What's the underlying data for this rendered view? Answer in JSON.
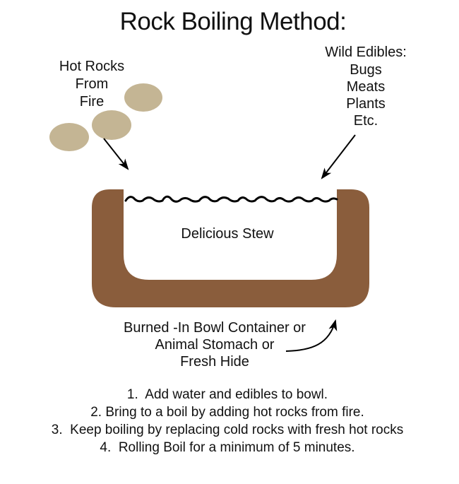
{
  "title": "Rock Boiling Method:",
  "colors": {
    "rock": "#c4b594",
    "bowl": "#8a5d3c",
    "ink": "#000000",
    "background": "#ffffff"
  },
  "diagram": {
    "hot_rocks_label": {
      "lines": [
        "Hot Rocks",
        "From",
        "Fire"
      ]
    },
    "wild_edibles_label": {
      "lines": [
        "Wild Edibles:",
        "Bugs",
        "Meats",
        "Plants",
        "Etc."
      ]
    },
    "stew_label": "Delicious Stew",
    "container_label": {
      "lines": [
        "Burned -In Bowl Container or",
        "Animal Stomach or",
        "Fresh Hide"
      ]
    },
    "rock_count": 3
  },
  "instructions": {
    "steps": [
      "1.  Add water and edibles to bowl.",
      "2. Bring to a boil by adding hot rocks from fire.",
      "3.  Keep boiling by replacing cold rocks with fresh hot rocks",
      "4.  Rolling Boil for a minimum of 5 minutes."
    ]
  }
}
